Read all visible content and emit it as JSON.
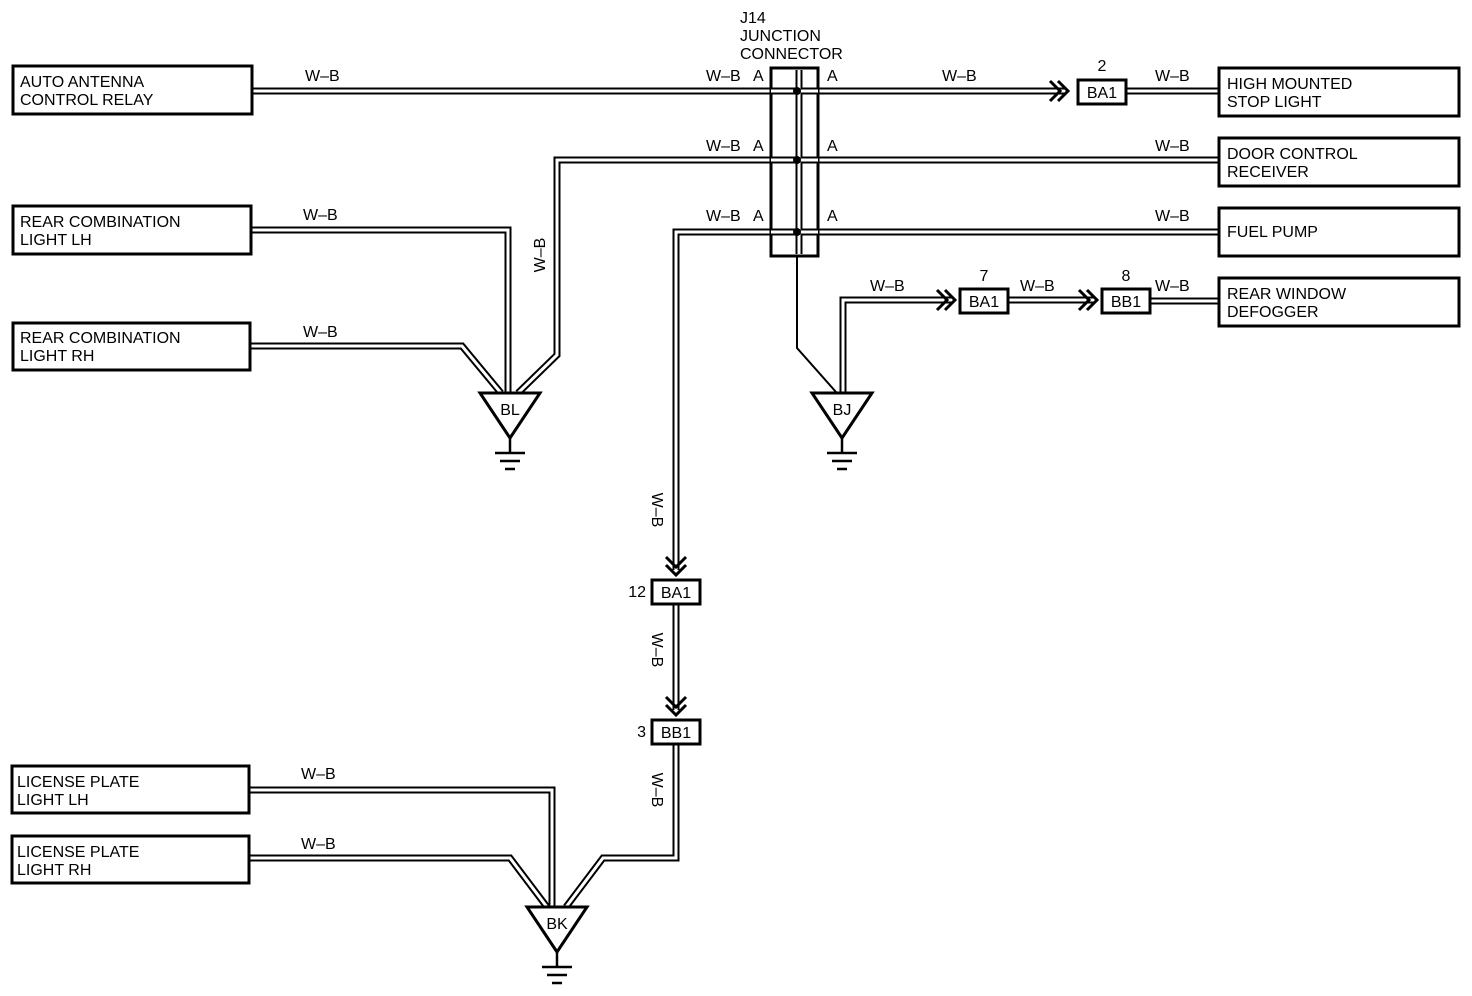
{
  "colors": {
    "line": "#000000",
    "background": "#ffffff"
  },
  "wire_color": "W–B",
  "junction": {
    "id": "J14",
    "line1": "JUNCTION",
    "line2": "CONNECTOR",
    "pin": "A"
  },
  "left_components": [
    {
      "line1": "AUTO ANTENNA",
      "line2": "CONTROL RELAY"
    },
    {
      "line1": "REAR COMBINATION",
      "line2": "LIGHT LH"
    },
    {
      "line1": "REAR COMBINATION",
      "line2": "LIGHT RH"
    },
    {
      "line1": "LICENSE PLATE",
      "line2": "LIGHT LH"
    },
    {
      "line1": "LICENSE PLATE",
      "line2": "LIGHT RH"
    }
  ],
  "right_components": [
    {
      "line1": "HIGH MOUNTED",
      "line2": "STOP LIGHT"
    },
    {
      "line1": "DOOR CONTROL",
      "line2": "RECEIVER"
    },
    {
      "line1": "FUEL PUMP"
    },
    {
      "line1": "REAR WINDOW",
      "line2": "DEFOGGER"
    }
  ],
  "connectors": [
    {
      "name": "BA1",
      "pin": "2"
    },
    {
      "name": "BA1",
      "pin": "7"
    },
    {
      "name": "BB1",
      "pin": "8"
    },
    {
      "name": "BA1",
      "pin": "12"
    },
    {
      "name": "BB1",
      "pin": "3"
    }
  ],
  "grounds": [
    "BL",
    "BJ",
    "BK"
  ]
}
